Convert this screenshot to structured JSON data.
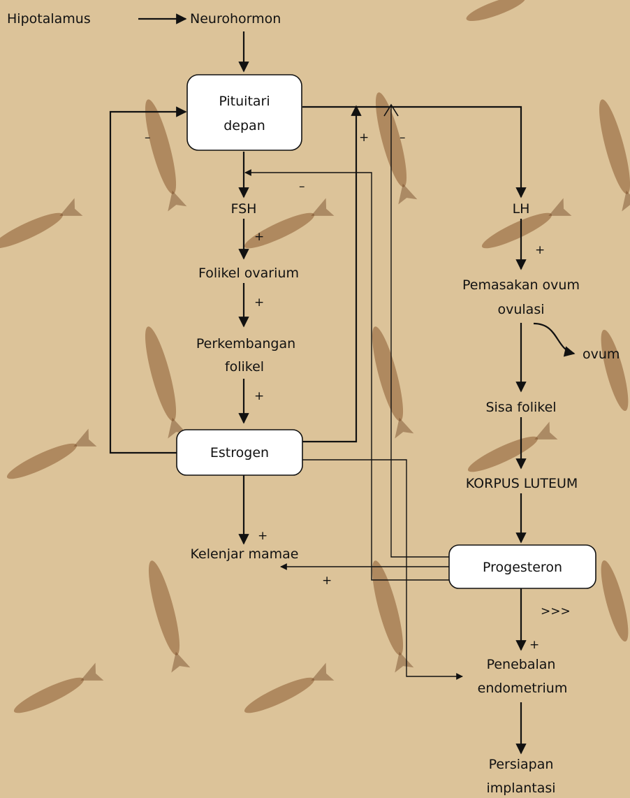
{
  "background": {
    "color": "#dcc399",
    "texture": "fossil-fish"
  },
  "nodes": {
    "hipotalamus": "Hipotalamus",
    "neurohormon": "Neurohormon",
    "pituitari_l1": "Pituitari",
    "pituitari_l2": "depan",
    "fsh": "FSH",
    "folikel_ovarium": "Folikel ovarium",
    "perkembangan_l1": "Perkembangan",
    "perkembangan_l2": "folikel",
    "estrogen": "Estrogen",
    "kelenjar_mamae": "Kelenjar mamae",
    "lh": "LH",
    "pemasakan_l1": "Pemasakan ovum",
    "pemasakan_l2": "ovulasi",
    "ovum": "ovum",
    "sisa_folikel": "Sisa folikel",
    "korpus_luteum": "KORPUS LUTEUM",
    "progesteron": "Progesteron",
    "penebalan_l1": "Penebalan",
    "penebalan_l2": "endometrium",
    "persiapan_l1": "Persiapan",
    "persiapan_l2": "implantasi"
  },
  "signs": {
    "estrogen_pituitari_neg": "–",
    "estrogen_pituitari_pos": "+",
    "progesteron_pituitari_neg": "–",
    "progesteron_fsh_neg": "–",
    "fsh_folikel": "+",
    "folikel_perkembangan": "+",
    "perkembangan_estrogen": "+",
    "estrogen_mamae": "+",
    "progesteron_mamae": "+",
    "lh_pemasakan": "+",
    "progesteron_penebalan": "+",
    "progesteron_ratio": ">>>"
  }
}
